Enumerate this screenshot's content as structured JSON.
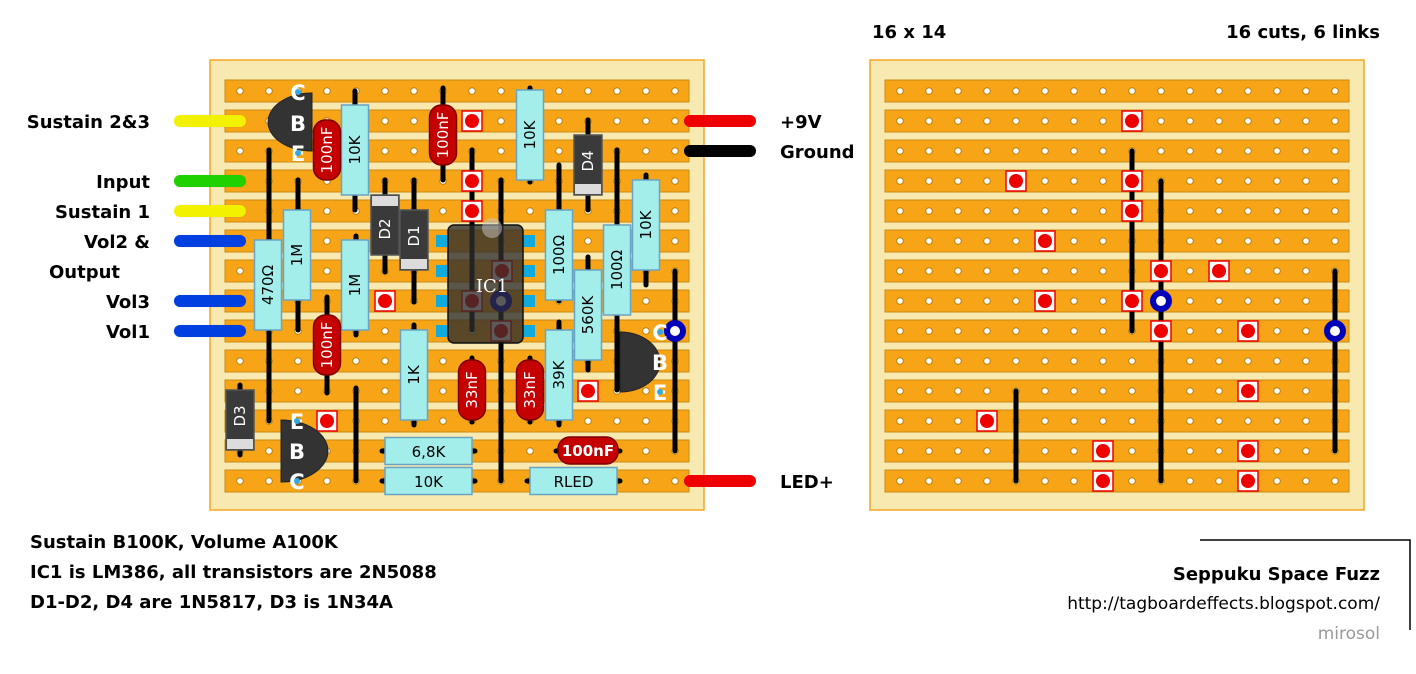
{
  "header": {
    "grid_size": "16 x 14",
    "summary": "16 cuts, 6 links"
  },
  "off_board_left": [
    {
      "label": "Sustain 2&3",
      "color": "#ffff00"
    },
    {
      "label": "Input",
      "color": "#22dd00"
    },
    {
      "label": "Sustain 1",
      "color": "#ffff00"
    },
    {
      "label": "Vol2 &",
      "color": "#0044ee"
    },
    {
      "label": "Output",
      "color": ""
    },
    {
      "label": "Vol3",
      "color": "#0044ee"
    },
    {
      "label": "Vol1",
      "color": "#0044ee"
    }
  ],
  "off_board_right": [
    {
      "label": "+9V",
      "color": "#ee0000"
    },
    {
      "label": "Ground",
      "color": "#000000"
    },
    {
      "label": "LED+",
      "color": "#ee0000"
    }
  ],
  "components": {
    "resistors": [
      "10K",
      "10K",
      "1M",
      "470Ω",
      "1M",
      "100Ω",
      "100Ω",
      "10K",
      "560K",
      "1K",
      "39K",
      "6,8K",
      "10K",
      "RLED"
    ],
    "capacitors": [
      "100nF",
      "100nF",
      "100nF",
      "33nF",
      "33nF",
      "100nF"
    ],
    "diodes": [
      "D4",
      "D2",
      "D1",
      "D3"
    ],
    "ic": "IC1",
    "transistors": [
      {
        "pins": [
          "C",
          "B",
          "E"
        ]
      },
      {
        "pins": [
          "C",
          "B",
          "E"
        ]
      },
      {
        "pins": [
          "E",
          "B",
          "C"
        ]
      }
    ]
  },
  "notes": [
    "Sustain B100K, Volume A100K",
    "IC1 is LM386, all transistors are 2N5088",
    "D1-D2, D4 are 1N5817, D3 is 1N34A"
  ],
  "credits": {
    "title": "Seppuku Space Fuzz",
    "url": "http://tagboardeffects.blogspot.com/",
    "author": "mirosol"
  },
  "colors": {
    "board": "#f8e9b0",
    "strip": "#f7a517",
    "resistor": "#a3eeea",
    "capacitor": "#c40000",
    "diode": "#3a3a3a",
    "cut": "#ee0000",
    "via": "#0000bb"
  }
}
